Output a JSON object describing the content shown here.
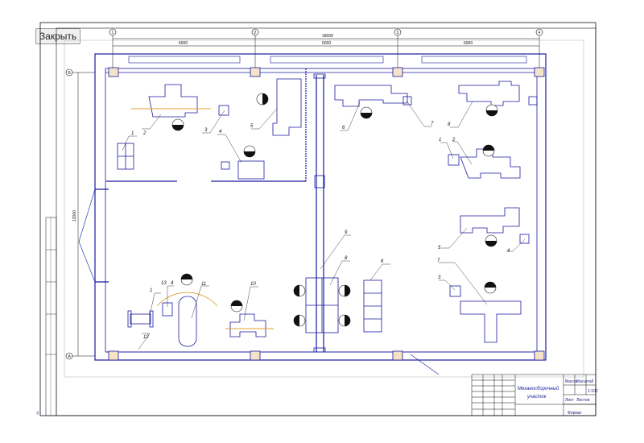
{
  "toolbar": {
    "close_label": "Закрыть"
  },
  "drawing": {
    "title_line1": "Механосборочный",
    "title_line2": "участок",
    "sheet_label": "Лист",
    "sheets_label": "Листов",
    "format_label": "Формат",
    "mass_label": "Масса",
    "scale_label": "Масштаб",
    "scale_value": "1:100",
    "page_number": "26",
    "dim_total": "18000",
    "dim_span1": "6000",
    "dim_span2": "6000",
    "dim_span3": "6000",
    "dim_height": "12000",
    "axis_labels": [
      "1",
      "2",
      "3",
      "4",
      "Б",
      "А"
    ],
    "machine_numbers": [
      "1",
      "2",
      "3",
      "4",
      "5",
      "6",
      "7",
      "8",
      "9",
      "10",
      "11",
      "12",
      "13",
      "1",
      "2",
      "3",
      "4",
      "5",
      "6",
      "7",
      "8",
      "4",
      "1"
    ],
    "colors": {
      "line": "#1a1aa0",
      "accent": "#e0a030",
      "paper": "#ffffff"
    }
  }
}
